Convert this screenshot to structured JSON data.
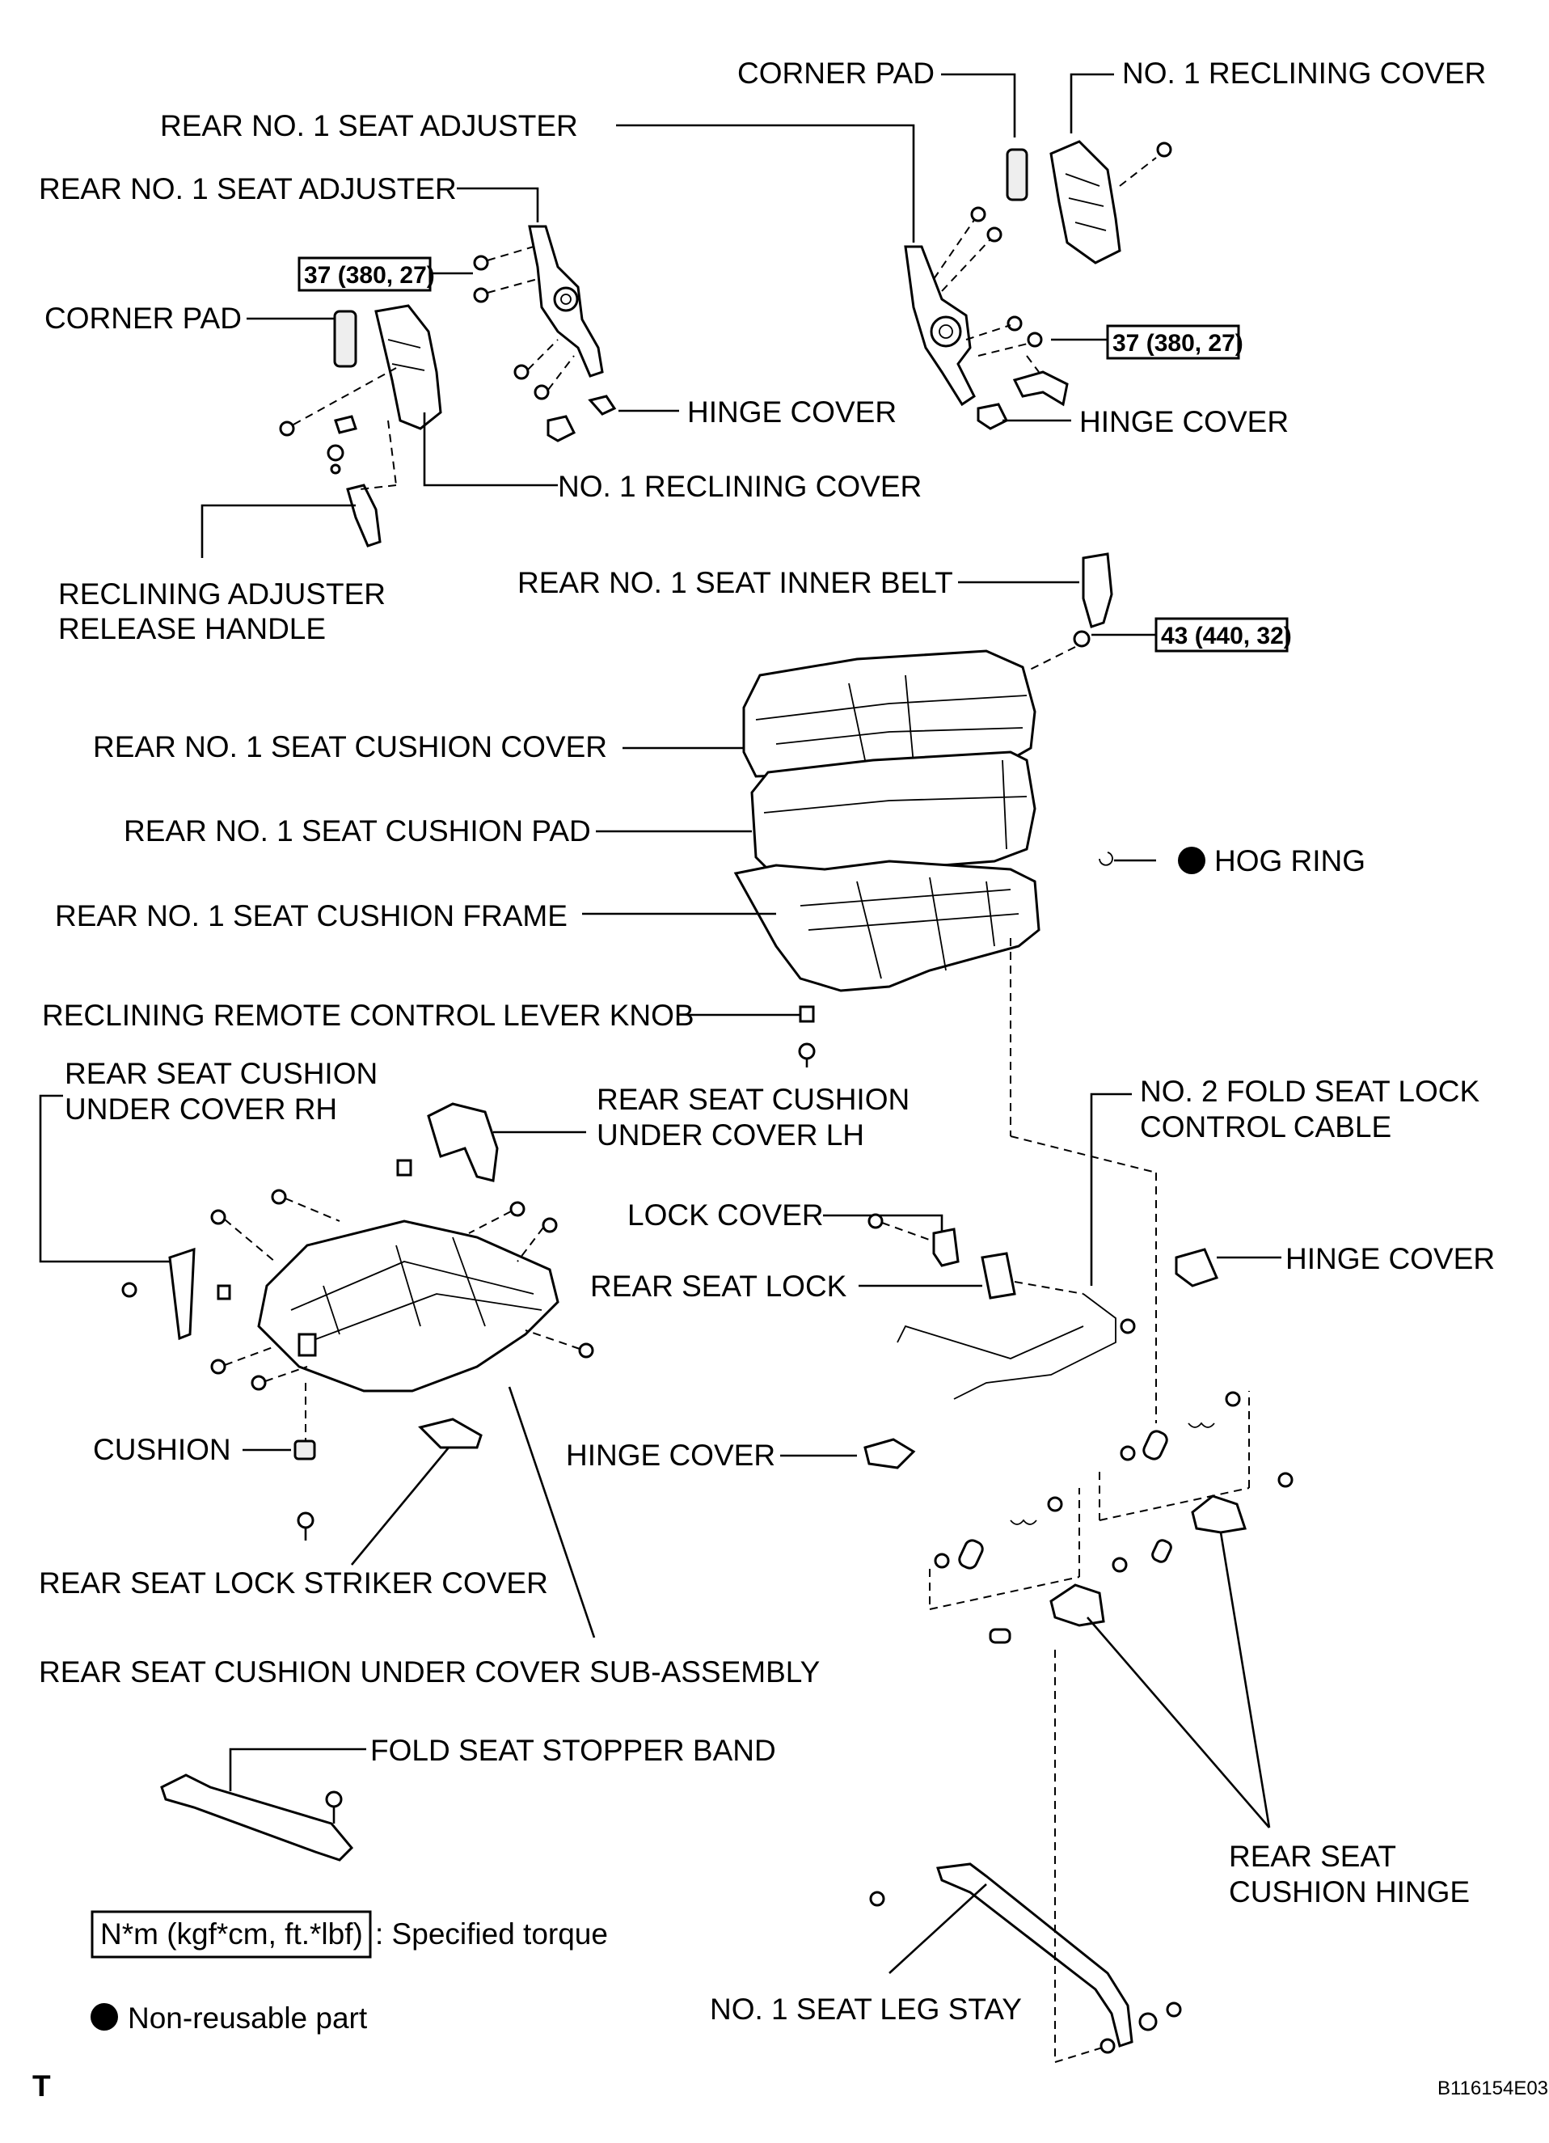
{
  "labels": {
    "corner_pad_right": "CORNER PAD",
    "no1_reclining_cover_right": "NO. 1 RECLINING COVER",
    "rear_no1_seat_adjuster_right": "REAR NO. 1 SEAT ADJUSTER",
    "rear_no1_seat_adjuster_left": "REAR NO. 1 SEAT ADJUSTER",
    "corner_pad_left": "CORNER PAD",
    "hinge_cover_top_left": "HINGE COVER",
    "hinge_cover_top_right": "HINGE COVER",
    "no1_reclining_cover_left": "NO. 1 RECLINING COVER",
    "reclining_adjuster_release_handle_1": "RECLINING ADJUSTER",
    "reclining_adjuster_release_handle_2": "RELEASE HANDLE",
    "rear_no1_seat_inner_belt": "REAR NO. 1 SEAT INNER BELT",
    "rear_no1_seat_cushion_cover": "REAR NO. 1 SEAT CUSHION COVER",
    "rear_no1_seat_cushion_pad": "REAR NO. 1 SEAT CUSHION PAD",
    "hog_ring": "HOG RING",
    "rear_no1_seat_cushion_frame": "REAR NO. 1 SEAT CUSHION FRAME",
    "reclining_remote_control_lever_knob": "RECLINING REMOTE CONTROL LEVER KNOB",
    "rear_seat_cushion_under_cover_rh_1": "REAR SEAT CUSHION",
    "rear_seat_cushion_under_cover_rh_2": "UNDER COVER RH",
    "rear_seat_cushion_under_cover_lh_1": "REAR SEAT CUSHION",
    "rear_seat_cushion_under_cover_lh_2": "UNDER COVER LH",
    "no2_fold_seat_lock_control_cable_1": "NO. 2 FOLD SEAT LOCK",
    "no2_fold_seat_lock_control_cable_2": "CONTROL CABLE",
    "lock_cover": "LOCK COVER",
    "hinge_cover_mid_right": "HINGE COVER",
    "rear_seat_lock": "REAR SEAT LOCK",
    "cushion": "CUSHION",
    "hinge_cover_mid": "HINGE COVER",
    "rear_seat_lock_striker_cover": "REAR SEAT LOCK STRIKER COVER",
    "rear_seat_cushion_under_cover_sub_assembly": "REAR SEAT CUSHION UNDER COVER SUB-ASSEMBLY",
    "fold_seat_stopper_band": "FOLD SEAT STOPPER BAND",
    "rear_seat_cushion_hinge_1": "REAR SEAT",
    "rear_seat_cushion_hinge_2": "CUSHION HINGE",
    "no1_seat_leg_stay": "NO. 1 SEAT LEG STAY"
  },
  "torques": {
    "left_adjuster": "37 (380, 27)",
    "right_adjuster": "37 (380, 27)",
    "inner_belt": "43 (440, 32)"
  },
  "legend": {
    "torque_box": "N*m (kgf*cm, ft.*lbf)",
    "torque_text": ": Specified torque",
    "non_reusable": "Non-reusable part"
  },
  "corner_letter": "T",
  "figure_id": "B116154E03"
}
